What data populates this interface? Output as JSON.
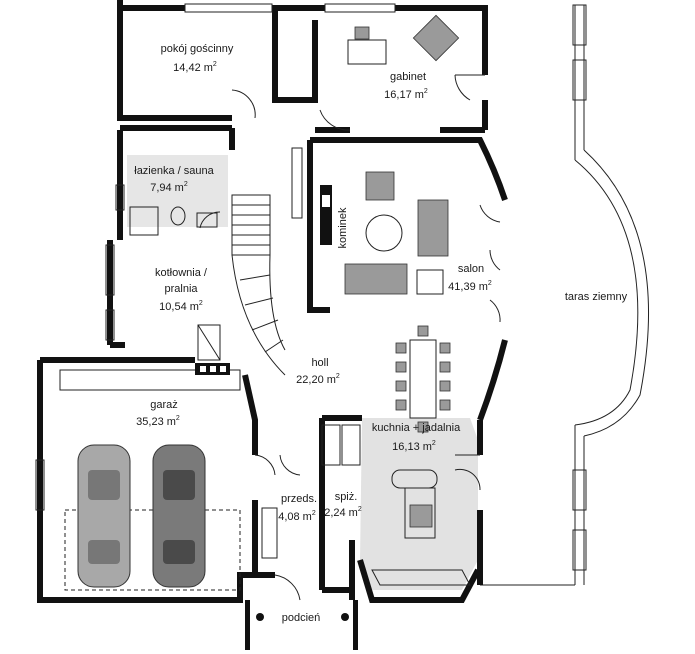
{
  "rooms": [
    {
      "id": "pokoj",
      "name": "pokój gościnny",
      "area": "14,42 m",
      "sup": "2"
    },
    {
      "id": "gabinet",
      "name": "gabinet",
      "area": "16,17 m",
      "sup": "2"
    },
    {
      "id": "lazienka",
      "name": "łazienka / sauna",
      "area": "7,94 m",
      "sup": "2"
    },
    {
      "id": "kotlownia",
      "name1": "kotłownia /",
      "name2": "pralnia",
      "area": "10,54 m",
      "sup": "2"
    },
    {
      "id": "salon",
      "name": "salon",
      "area": "41,39 m",
      "sup": "2"
    },
    {
      "id": "kominek",
      "name": "kominek"
    },
    {
      "id": "taras",
      "name": "taras ziemny"
    },
    {
      "id": "holl",
      "name": "holl",
      "area": "22,20 m",
      "sup": "2"
    },
    {
      "id": "garaz",
      "name": "garaż",
      "area": "35,23 m",
      "sup": "2"
    },
    {
      "id": "kuchnia",
      "name": "kuchnia + jadalnia",
      "area": "16,13 m",
      "sup": "2"
    },
    {
      "id": "spiz",
      "name": "spiż.",
      "area": "2,24 m",
      "sup": "2"
    },
    {
      "id": "przeds",
      "name": "przeds.",
      "area": "4,08 m",
      "sup": "2"
    },
    {
      "id": "podcien",
      "name": "podcień"
    }
  ],
  "colors": {
    "wall": "#111111",
    "kitchen_floor": "#e2e2e2",
    "furniture": "#9a9a9a",
    "background": "#ffffff"
  }
}
